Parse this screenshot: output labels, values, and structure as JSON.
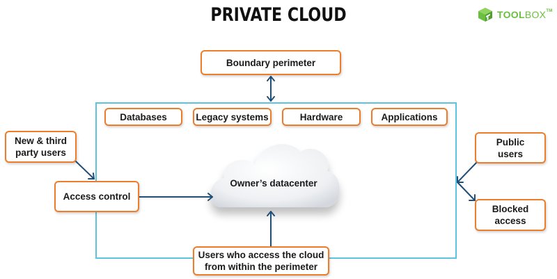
{
  "title": "PRIVATE CLOUD",
  "logo": {
    "bold": "TOOL",
    "light": "BOX",
    "tm": "TM",
    "icon": "toolbox-cube-icon",
    "color": "#6abf3f"
  },
  "colors": {
    "box_border": "#ee7d2b",
    "perimeter": "#5bc4e0",
    "arrow": "#1f4e79"
  },
  "boundary": "Boundary perimeter",
  "resources": [
    "Databases",
    "Legacy systems",
    "Hardware",
    "Applications"
  ],
  "new_users": {
    "line1": "New & third",
    "line2": "party users"
  },
  "access_control": "Access control",
  "datacenter": "Owner’s datacenter",
  "public_users": {
    "line1": "Public",
    "line2": "users"
  },
  "blocked": {
    "line1": "Blocked",
    "line2": "access"
  },
  "internal_users": {
    "line1": "Users who access the cloud",
    "line2": "from within the perimeter"
  }
}
